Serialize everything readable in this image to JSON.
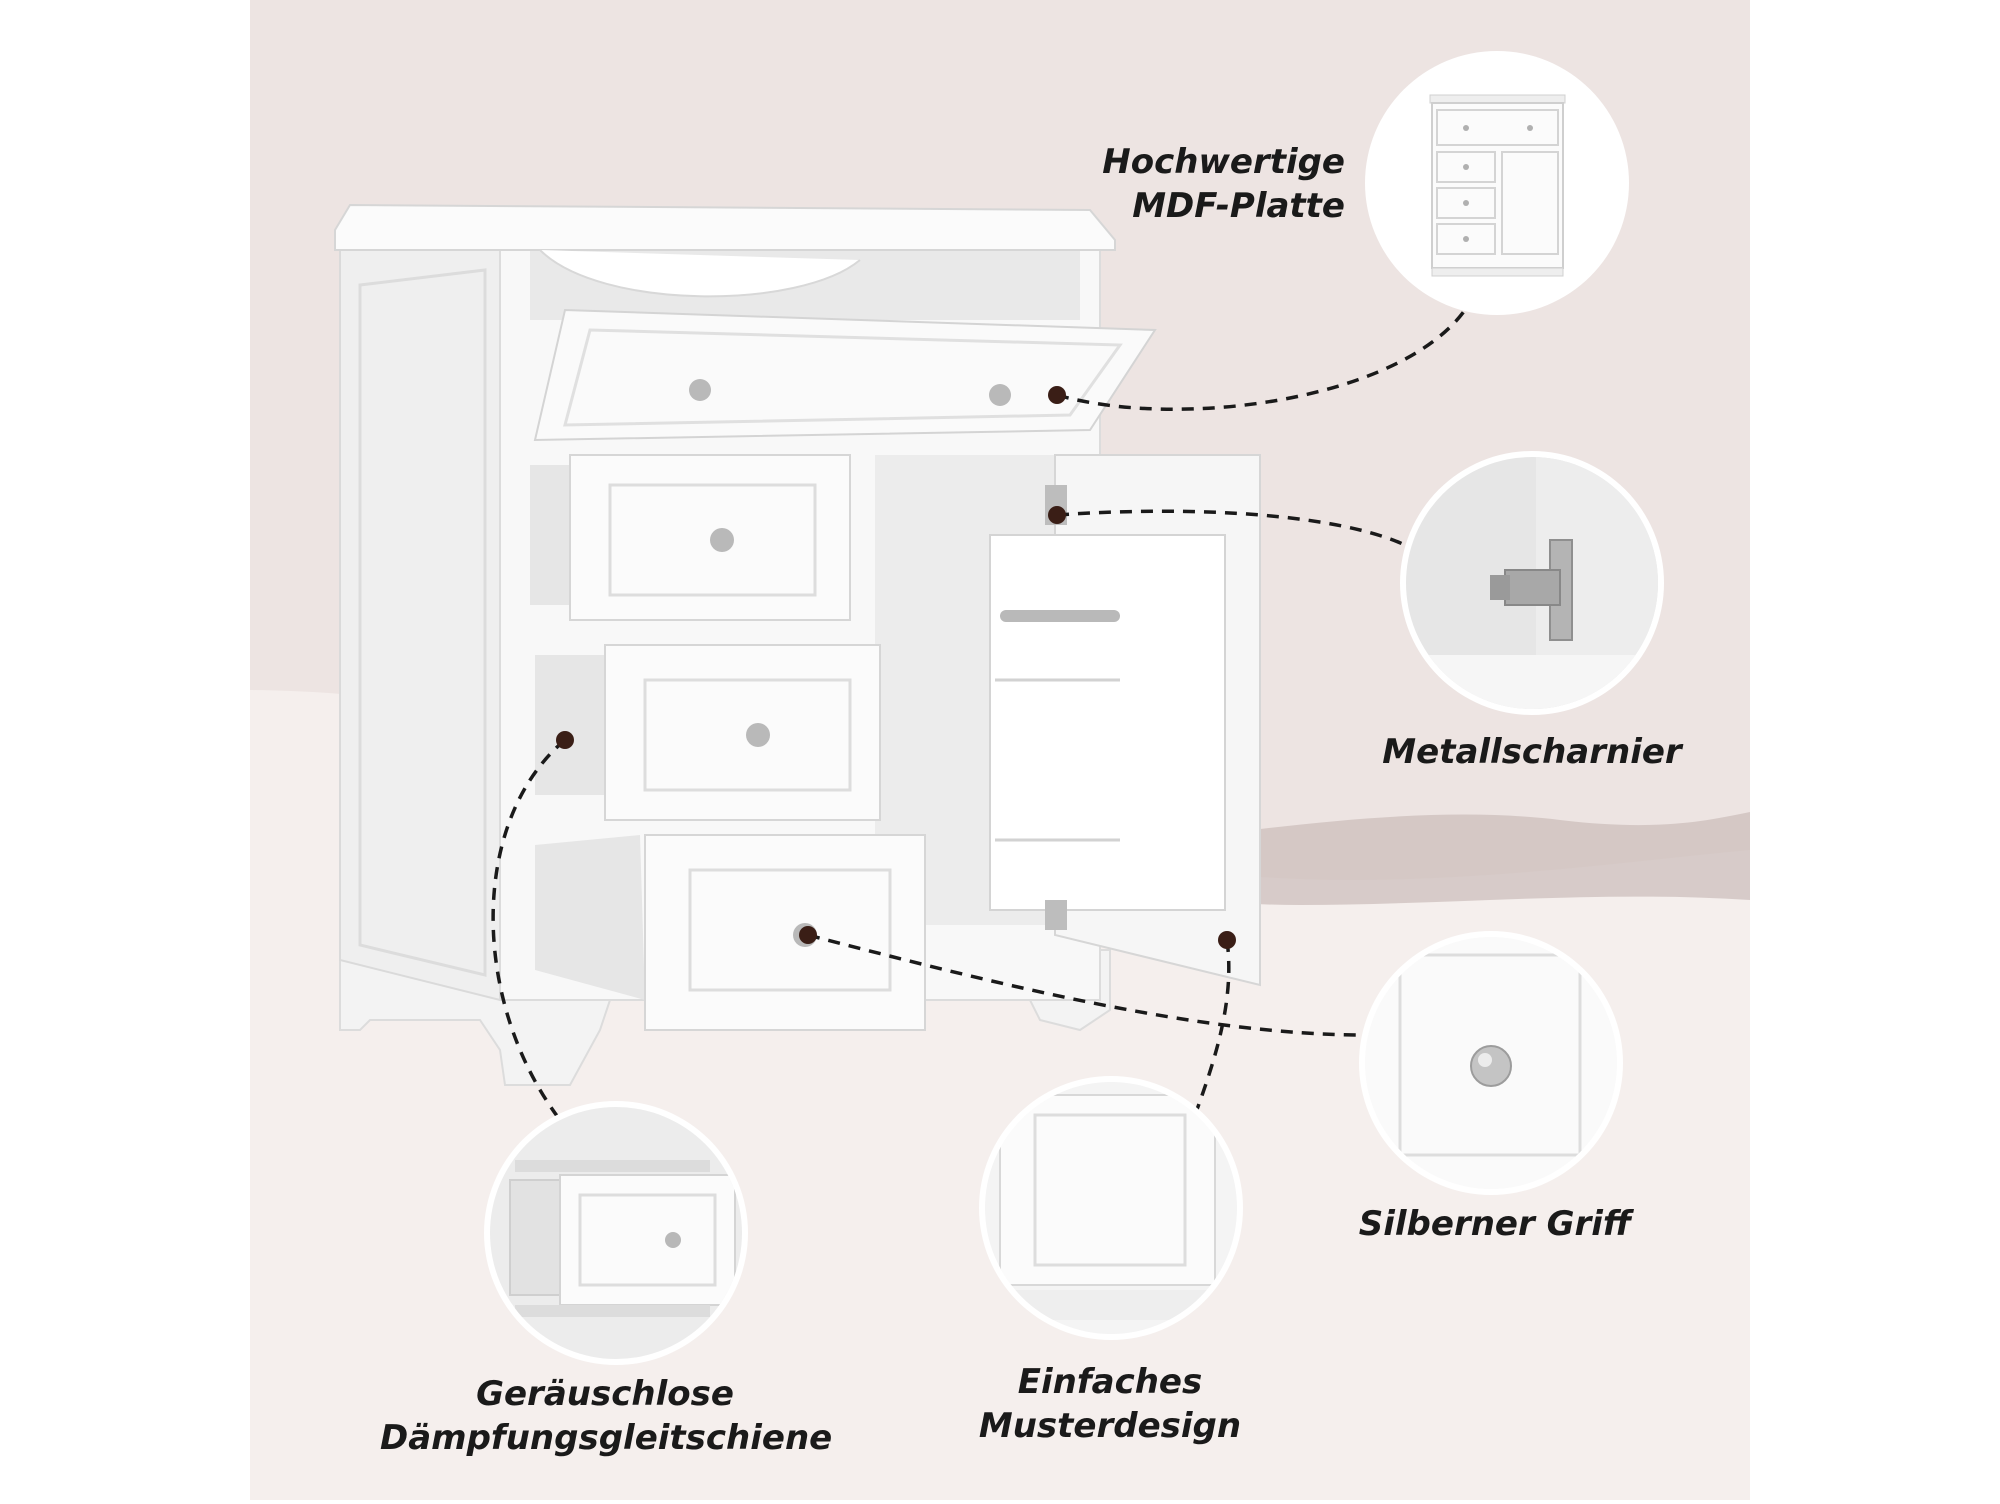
{
  "colors": {
    "background_upper": "#ede4e2",
    "background_lower": "#f5efed",
    "floor_wave": "#cbbcb9",
    "cabinet_white": "#f7f7f7",
    "cabinet_shadow": "#dedede",
    "knob_silver": "#b9b9b9",
    "callout_dot": "#3a1e16",
    "callout_line": "#1a1a1a"
  },
  "features": {
    "mdf": {
      "line1": "Hochwertige",
      "line2": "MDF-Platte",
      "icon": "cabinet-front-view"
    },
    "hinge": {
      "line1": "Metallscharnier",
      "icon": "metal-hinge"
    },
    "handle": {
      "line1": "Silberner Griff",
      "icon": "silver-knob"
    },
    "design": {
      "line1": "Einfaches",
      "line2": "Musterdesign",
      "icon": "panel-door-pattern"
    },
    "slides": {
      "line1": "Geräuschlose",
      "line2": "Dämpfungsgleitschiene",
      "icon": "drawer-slide"
    }
  }
}
